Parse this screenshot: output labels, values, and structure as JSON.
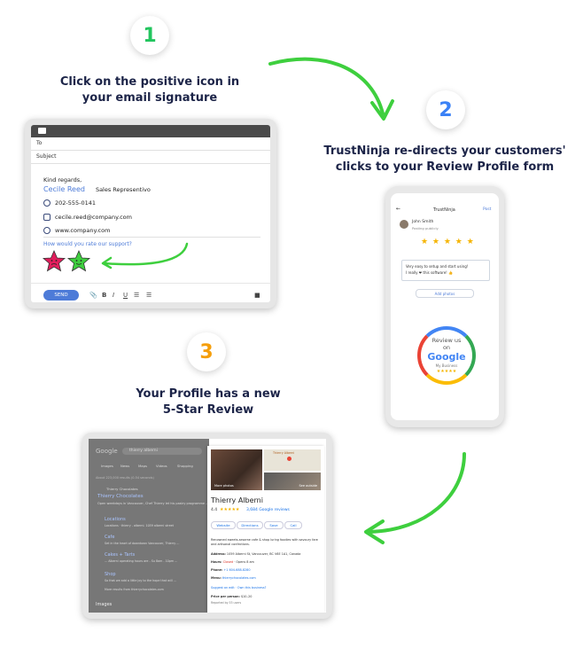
{
  "steps": [
    {
      "number": "1",
      "caption_line1": "Click on the positive icon in",
      "caption_line2": "your email signature"
    },
    {
      "number": "2",
      "caption_line1": "TrustNinja re-directs your customers'",
      "caption_line2": "clicks to your Review Profile form"
    },
    {
      "number": "3",
      "caption_line1": "Your Profile has a new",
      "caption_line2": "5-Star Review"
    }
  ],
  "colors": {
    "accent_green": "#3ecf3e",
    "accent_blue": "#4d7bd8",
    "caption_dark": "#1c2448"
  },
  "email": {
    "to_label": "To",
    "subject_label": "Subject",
    "greeting": "Kind regards,",
    "name": "Cecile Reed",
    "title": "Sales Representivo",
    "phone": "202-555-0141",
    "email_address": "cecile.reed@company.com",
    "website": "www.company.com",
    "rating_prompt": "How would you rate our support?",
    "send_label": "SEND",
    "toolbar": [
      "B",
      "I",
      "U"
    ]
  },
  "phone": {
    "header_title": "TrustNinja",
    "header_action": "Post",
    "reviewer_name": "John Smith",
    "reviewer_sub": "Posting publicly",
    "review_text_line1": "Very easy to setup and start using!",
    "review_text_line2": "I really ❤ this software! 👍",
    "add_photos": "Add photos",
    "badge_line1": "Review us",
    "badge_line2": "on",
    "badge_google": "Google",
    "badge_sub": "My Business",
    "badge_stars": "★★★★★",
    "stars": "★ ★ ★ ★ ★"
  },
  "serp": {
    "logo": "Google",
    "query": "thierry alberni",
    "tabs": [
      "Images",
      "News",
      "Maps",
      "Videos",
      "Shopping"
    ],
    "result_meta": "About 223,000 results (0.54 seconds)",
    "result_site": "Thierry Chocolates",
    "result_title": "Thierry Chocolates",
    "result_snippet": "Open weekdays in Vancouver, Chef Thierry let his pastry programme ...",
    "sitelinks": [
      {
        "title": "Locations",
        "desc": "Locations · thierry - alberni. 1059 alberni street"
      },
      {
        "title": "Cafe",
        "desc": "Set in the heart of downtown Vancouver, Thierry ..."
      },
      {
        "title": "Cakes + Tarts",
        "desc": "... Alberni operating hours are - Su 8am - 10pm ..."
      },
      {
        "title": "Shop",
        "desc": "So that we add a little joy to the hope that will ..."
      }
    ],
    "more_results": "More results from thierrychocolates.com",
    "images_label": "Images"
  },
  "knowledge_panel": {
    "business_name": "Thierry Alberni",
    "rating": "4.4",
    "rating_stars": "★★★★★",
    "review_count": "3,684 Google reviews",
    "photo_label_left": "More photos",
    "photo_label_right": "See outside",
    "actions": [
      "Website",
      "Directions",
      "Save",
      "Call"
    ],
    "description": "Renowned sweets-sesame cafe & shop luring foodies with savoury fare and artisanal confections.",
    "address_label": "Address:",
    "address": "1059 Alberni St, Vancouver, BC V6E 1A1, Canada",
    "hours_label": "Hours:",
    "hours_closed": "Closed",
    "hours_rest": "· Opens 8 am",
    "phone_label": "Phone:",
    "phone": "+1 604-688-8280",
    "menu_label": "Menu:",
    "menu": "thierrychocolates.com",
    "suggest_edit": "Suggest an edit · Own this business?",
    "price_label": "Price per person:",
    "price": "$10–20",
    "reported": "Reported by 53 users",
    "map_label": "Thierry Alberni"
  }
}
